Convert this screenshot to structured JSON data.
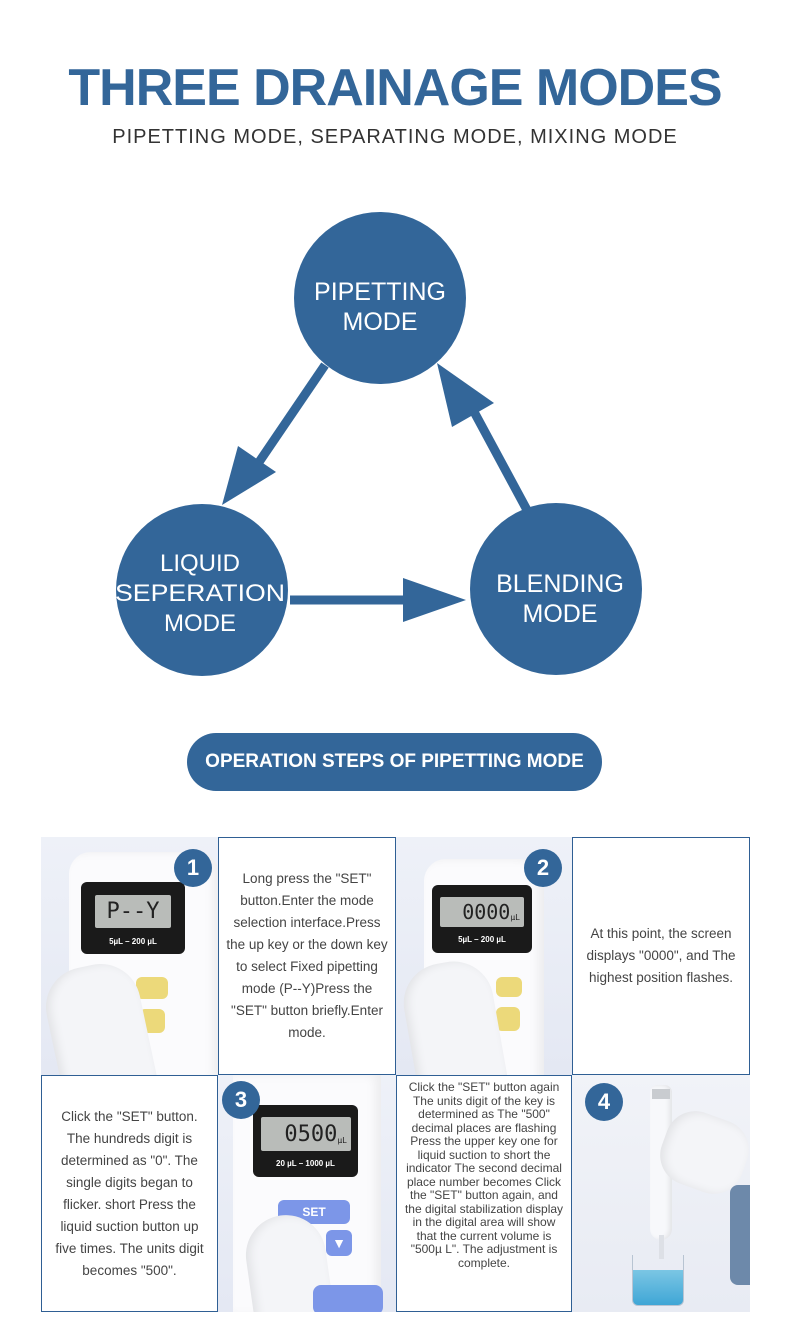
{
  "header": {
    "title": "THREE DRAINAGE MODES",
    "subtitle": "PIPETTING MODE, SEPARATING MODE, MIXING MODE"
  },
  "colors": {
    "accent": "#336699",
    "text": "#444444",
    "border": "#2f5f94"
  },
  "diagram": {
    "nodes": [
      {
        "id": "pipetting",
        "lines": [
          "PIPETTING",
          "MODE"
        ]
      },
      {
        "id": "liquid-separation",
        "lines": [
          "LIQUID",
          "SEPERATION",
          "MODE"
        ]
      },
      {
        "id": "blending",
        "lines": [
          "BLENDING",
          "MODE"
        ]
      }
    ],
    "edges": [
      {
        "from": "pipetting",
        "to": "liquid-separation"
      },
      {
        "from": "liquid-separation",
        "to": "blending"
      },
      {
        "from": "blending",
        "to": "pipetting"
      }
    ]
  },
  "section_label": "OPERATION STEPS OF PIPETTING MODE",
  "steps": [
    {
      "number": "1",
      "lcd": "P--Y",
      "range": "5µL – 200 µL",
      "text": "Long press the \"SET\" button.Enter the mode selection interface.Press the up key or the down key to select Fixed pipetting mode (P--Y)Press the \"SET\" button briefly.Enter mode."
    },
    {
      "number": "2",
      "lcd": "0000",
      "lcd_unit": "µL",
      "range": "5µL – 200 µL",
      "text": "At this point, the screen displays \"0000\", and The highest position flashes."
    },
    {
      "number": "3",
      "lcd": "0500",
      "lcd_unit": "µL",
      "range": "20 µL – 1000 µL",
      "set_label": "SET",
      "text": "Click the \"SET\" button. The hundreds digit is determined as \"0\". The single digits began to flicker. short Press the liquid suction button up five times. The units digit becomes \"500\"."
    },
    {
      "number": "4",
      "text": "Click the \"SET\" button again The units digit of the key is determined as The \"500\" decimal places are flashing Press the upper key one for liquid suction to short the indicator The second decimal place number becomes Click the \"SET\" button again, and the digital stabilization display in the digital area will show that the current volume is \"500µ L\". The adjustment is complete."
    }
  ]
}
